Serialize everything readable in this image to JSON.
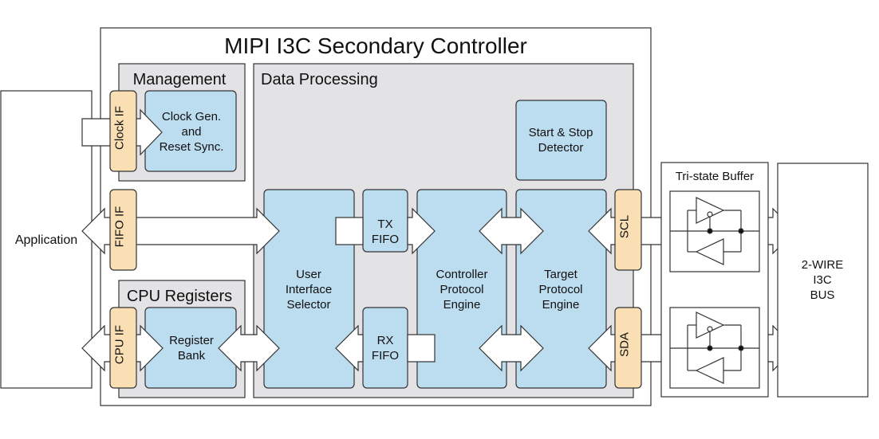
{
  "title": "MIPI I3C Secondary Controller",
  "application": {
    "label": "Application"
  },
  "bus": {
    "line1": "2-WIRE",
    "line2": "I3C",
    "line3": "BUS"
  },
  "management": {
    "label": "Management",
    "clock_if": "Clock IF",
    "clock_gen": [
      "Clock Gen.",
      "and",
      "Reset Sync."
    ]
  },
  "data_processing": {
    "label": "Data Processing",
    "start_stop": [
      "Start & Stop",
      "Detector"
    ],
    "user_interface": [
      "User",
      "Interface",
      "Selector"
    ],
    "tx_fifo": [
      "TX",
      "FIFO"
    ],
    "rx_fifo": [
      "RX",
      "FIFO"
    ],
    "controller_engine": [
      "Controller",
      "Protocol",
      "Engine"
    ],
    "target_engine": [
      "Target",
      "Protocol",
      "Engine"
    ]
  },
  "fifo_if": "FIFO IF",
  "cpu_registers": {
    "label": "CPU Registers",
    "cpu_if": "CPU IF",
    "register_bank": [
      "Register",
      "Bank"
    ]
  },
  "pins": {
    "scl": "SCL",
    "sda": "SDA"
  },
  "tristate": {
    "label": "Tri-state Buffer"
  },
  "colors": {
    "block_blue": "#bcdcef",
    "interface_orange": "#f9dfb3",
    "group_gray": "#e3e3e6",
    "stroke": "#333333"
  }
}
